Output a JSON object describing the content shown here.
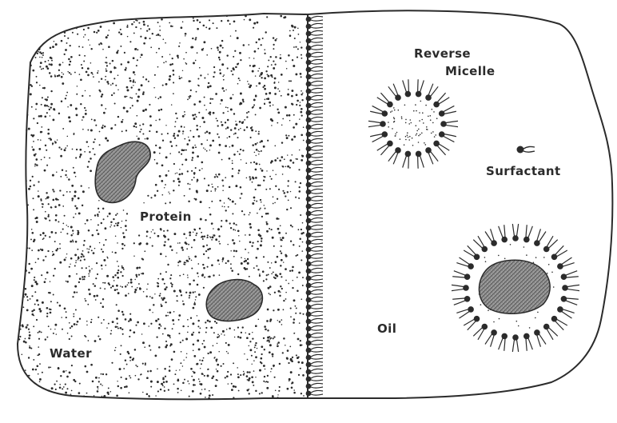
{
  "labels": {
    "reverse": "Reverse",
    "micelle": "Micelle",
    "surfactant": "Surfactant",
    "protein": "Protein",
    "oil": "Oil",
    "water": "Water"
  },
  "colors": {
    "ink": "#2b2b2b",
    "protein_fill": "#8a8a8a",
    "background": "#ffffff"
  },
  "icons": {
    "surfactant_molecule": "filled circle head with two-line tail",
    "reverse_micelle": "ring of surfactant heads pointing inward with tails outward",
    "protein": "kidney-shaped hatched blob"
  }
}
